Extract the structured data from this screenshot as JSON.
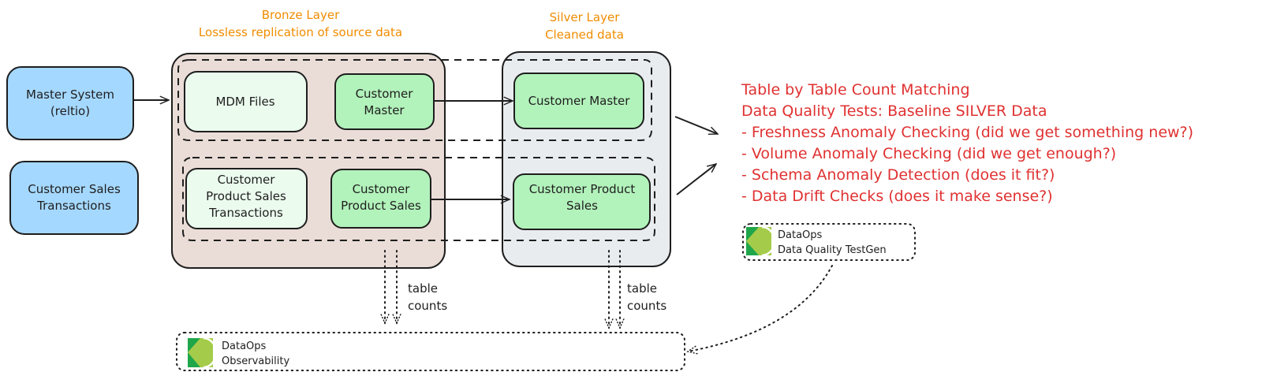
{
  "colors": {
    "source_fill": "#a5d8ff",
    "bronze_fill": "#eaddd7",
    "silver_fill": "#e9ecef",
    "raw_fill": "#ebfbee",
    "table_fill": "#b2f2bb",
    "caption": "#f08c00",
    "tests_text": "#e03131",
    "logo_dark": "#1fa64a",
    "logo_light": "#a4cc4a"
  },
  "bronze": {
    "title": "Bronze Layer",
    "subtitle": "Lossless replication of source data",
    "boxes": {
      "mdm_files": [
        "MDM Files"
      ],
      "customer_master": [
        "Customer",
        "Master"
      ],
      "cps_transactions": [
        "Customer",
        "Product Sales",
        "Transactions"
      ],
      "customer_product_sales": [
        "Customer",
        "Product Sales"
      ]
    }
  },
  "silver": {
    "title": "Silver Layer",
    "subtitle": "Cleaned data",
    "boxes": {
      "customer_master": [
        "Customer Master"
      ],
      "customer_product_sales": [
        "Customer Product",
        "Sales"
      ]
    }
  },
  "sources": {
    "master_system": [
      "Master System",
      "(reltio)"
    ],
    "customer_sales": [
      "Customer Sales",
      "Transactions"
    ]
  },
  "tests": {
    "lines": [
      "Table by Table Count Matching",
      "Data Quality Tests: Baseline SILVER Data",
      "- Freshness Anomaly Checking (did we get something new?)",
      "- Volume Anomaly Checking (did we get enough?)",
      "- Schema Anomaly Detection (does it fit?)",
      "- Data Drift Checks (does it make sense?)"
    ]
  },
  "edge_labels": {
    "bronze_counts": [
      "table",
      "counts"
    ],
    "silver_counts": [
      "table",
      "counts"
    ]
  },
  "tools": {
    "testgen": [
      "DataOps",
      "Data Quality TestGen"
    ],
    "observability": [
      "DataOps",
      "Observability"
    ]
  }
}
